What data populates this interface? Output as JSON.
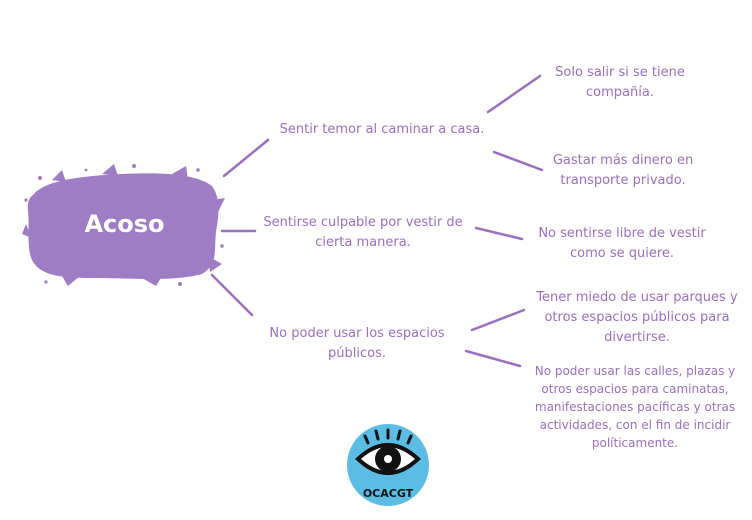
{
  "colors": {
    "accent": "#9b6fc0",
    "blob": "#a07cc5",
    "logo_bg": "#5bbde3"
  },
  "root": {
    "label": "Acoso"
  },
  "branches": [
    {
      "label": "Sentir temor al caminar a casa.",
      "children": [
        {
          "label": "Solo salir si se tiene compañía."
        },
        {
          "label": "Gastar más dinero en transporte privado."
        }
      ]
    },
    {
      "label": "Sentirse culpable por vestir de cierta manera.",
      "children": [
        {
          "label": "No sentirse libre de vestir como se quiere."
        }
      ]
    },
    {
      "label": "No poder usar los espacios públicos.",
      "children": [
        {
          "label": "Tener miedo de usar parques y otros espacios públicos para divertirse."
        },
        {
          "label": "No poder usar las calles, plazas y otros espacios para caminatas, manifestaciones pacíficas y otras actividades, con el fin de incidir políticamente."
        }
      ]
    }
  ],
  "logo": {
    "text": "OCACGT",
    "icon": "eye-icon"
  }
}
